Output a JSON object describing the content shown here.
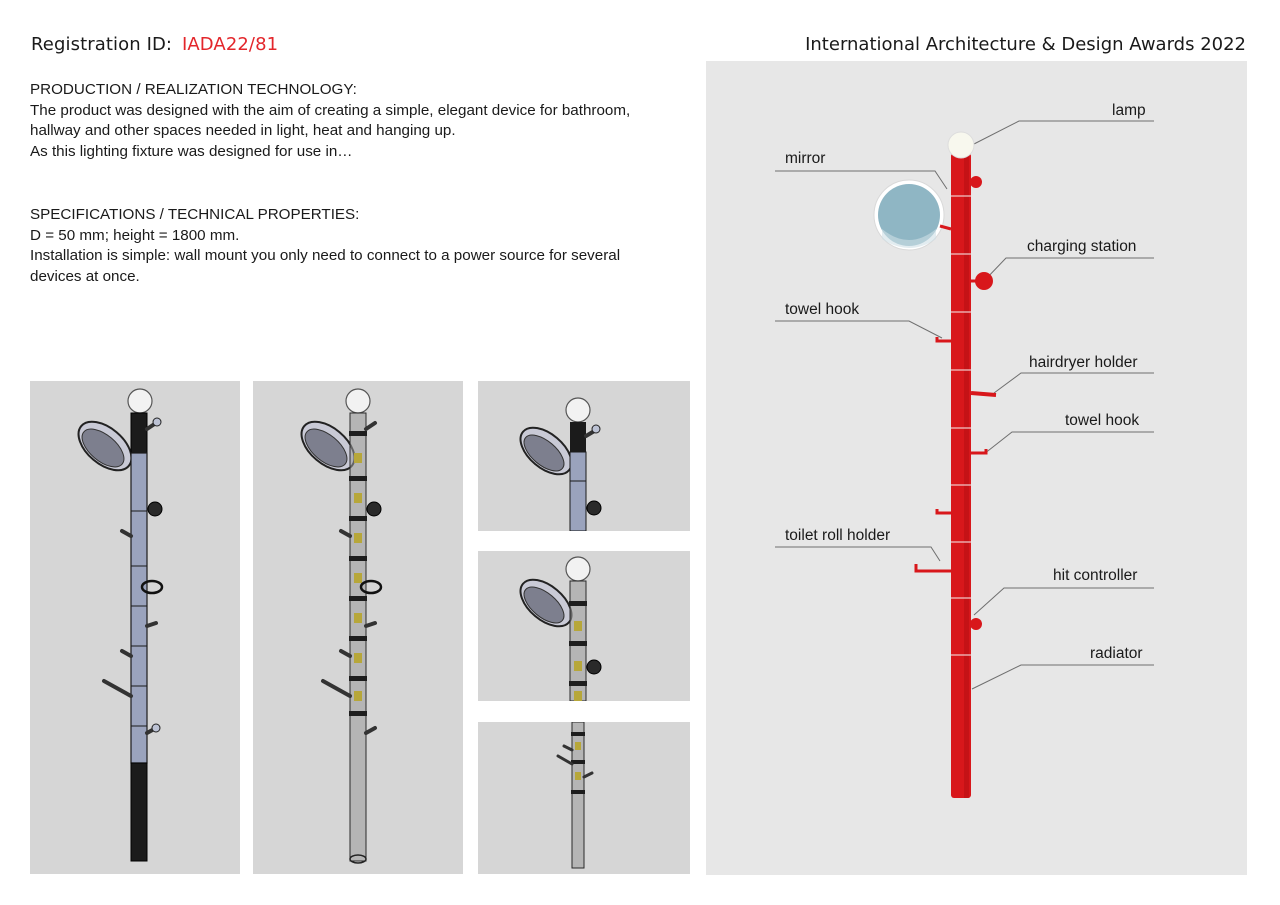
{
  "header": {
    "registration_label": "Registration ID:",
    "registration_id": "IADA22/81",
    "award_title": "International Architecture & Design Awards 2022"
  },
  "production": {
    "heading": "PRODUCTION / REALIZATION TECHNOLOGY:",
    "line1": "The product was designed with the aim of creating a simple, elegant device for bathroom,",
    "line2": "hallway and other spaces needed in light, heat and hanging up.",
    "line3": "As this lighting fixture was designed for use in…"
  },
  "specifications": {
    "heading": "SPECIFICATIONS / TECHNICAL PROPERTIES:",
    "line1": "D = 50 mm; height = 1800 mm.",
    "line2": "Installation is simple: wall mount you only need to connect to a power source for several",
    "line3": "devices at once."
  },
  "callouts": {
    "lamp": "lamp",
    "mirror": "mirror",
    "charging_station": "charging station",
    "towel_hook_1": "towel hook",
    "hairdryer_holder": "hairdryer holder",
    "towel_hook_2": "towel hook",
    "toilet_roll_holder": "toilet roll holder",
    "hit_controller": "hit controller",
    "radiator": "radiator"
  },
  "colors": {
    "accent_red": "#e3262b",
    "pole_red": "#d8171b",
    "panel_gray": "#d6d6d6",
    "pole_blue": "#9aa3bd"
  }
}
